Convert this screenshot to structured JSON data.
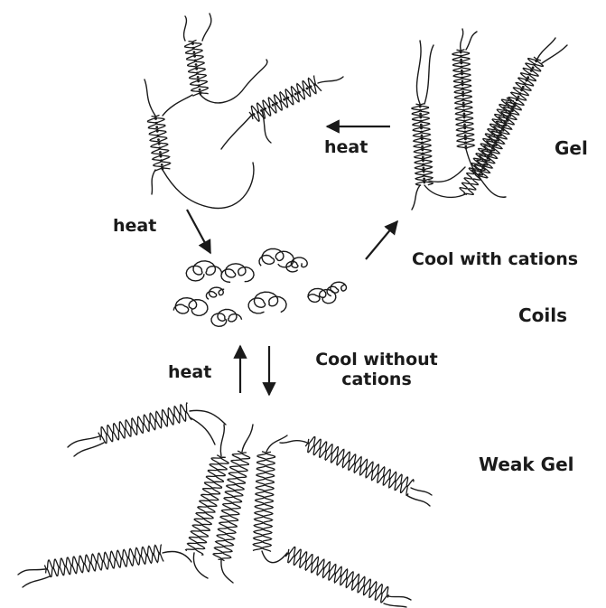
{
  "labels": {
    "heat_top": "heat",
    "gel": "Gel",
    "heat_left": "heat",
    "cool_with_cations": "Cool with cations",
    "coils": "Coils",
    "heat_bottom": "heat",
    "cool_without_cations_line1": "Cool without",
    "cool_without_cations_line2": "cations",
    "weak_gel": "Weak Gel"
  },
  "colors": {
    "ink": "#1a1a1a",
    "background": "#ffffff"
  }
}
